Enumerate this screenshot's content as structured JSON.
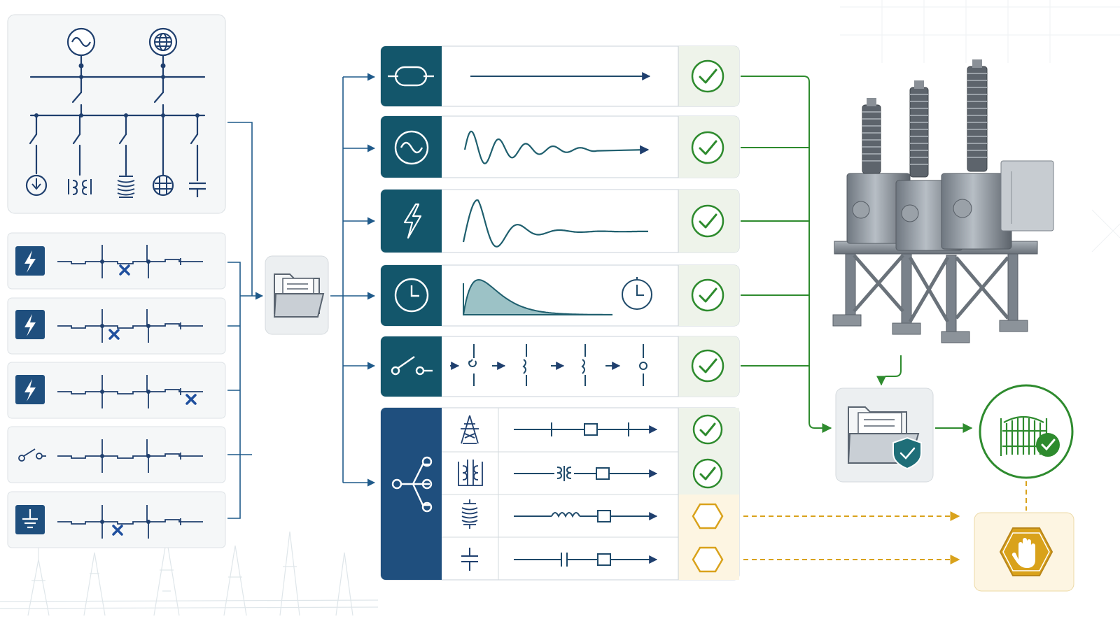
{
  "diagram": {
    "title": "",
    "colors": {
      "navy": "#1f3f6e",
      "teal": "#13566b",
      "green": "#2e8b2e",
      "amber": "#d9a21b",
      "panel_bg": "#f4f6f7",
      "check_bg": "#eef3ea",
      "warn_bg": "#fdf5e2",
      "wave": "#1f5f6e",
      "fill": "#9cc2c6"
    },
    "single_line": {
      "sources": [
        "ac-source-icon",
        "grid-source-icon"
      ],
      "loads": [
        "ground-load-icon",
        "transformer-icon",
        "reactor-icon",
        "grid-load-icon",
        "capacitor-icon"
      ]
    },
    "fault_cases": [
      {
        "icon": "lightning-icon",
        "fault": "cross-mark-icon"
      },
      {
        "icon": "lightning-icon",
        "fault": "cross-mark-icon"
      },
      {
        "icon": "lightning-icon",
        "fault": "cross-mark-icon"
      },
      {
        "icon": "switch-icon",
        "fault": ""
      },
      {
        "icon": "ground-icon",
        "fault": "cross-mark-icon"
      }
    ],
    "hub_icon": "folder-icon",
    "tests": [
      {
        "icon": "breaker-icon",
        "plot": "straight-arrow",
        "status": "check-icon"
      },
      {
        "icon": "ac-wave-icon",
        "plot": "damped-sine",
        "status": "check-icon"
      },
      {
        "icon": "lightning-icon",
        "plot": "impulse-ring",
        "status": "check-icon"
      },
      {
        "icon": "clock-icon",
        "plot": "decay-area",
        "status": "check-icon"
      },
      {
        "icon": "switch-icon",
        "plot": "switch-sequence",
        "status": "check-icon"
      }
    ],
    "subtests": [
      {
        "icon": "tower-icon",
        "element": "box",
        "status": "check-icon"
      },
      {
        "icon": "transformer-icon",
        "element": "transformer",
        "status": "check-icon"
      },
      {
        "icon": "reactor-icon",
        "element": "inductor",
        "status": "warning-hexagon-icon"
      },
      {
        "icon": "capacitor-icon",
        "element": "capacitor",
        "status": "warning-hexagon-icon"
      }
    ],
    "branch_icon": "branch-icon",
    "equipment": "circuit-breaker-equipment-icon",
    "secure_folder": "secure-folder-icon",
    "approved": "gate-approved-icon",
    "blocked": "stop-hand-icon"
  }
}
